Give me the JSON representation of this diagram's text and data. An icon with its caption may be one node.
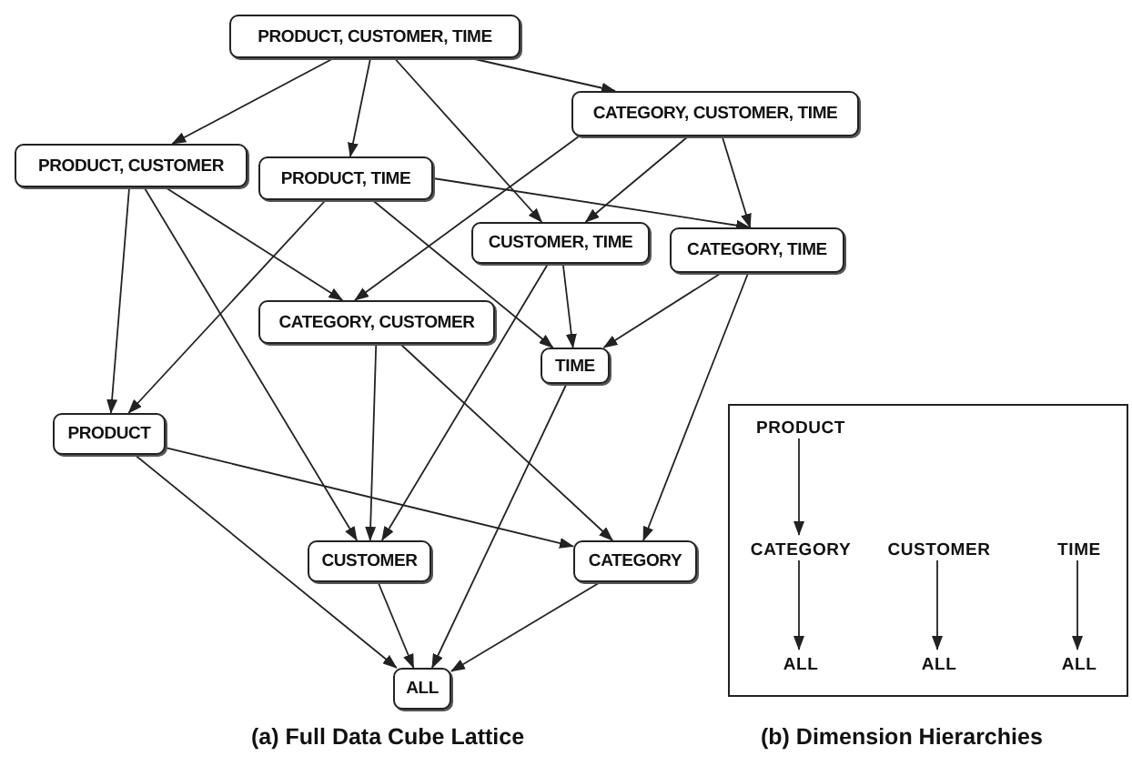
{
  "diagram": {
    "nodes": [
      {
        "text": [
          "PRODUCT, CUSTOMER, TIME"
        ]
      },
      {
        "text": [
          "CATEGORY, CUSTOMER, TIME"
        ]
      },
      {
        "text": [
          "PRODUCT, CUSTOMER"
        ]
      },
      {
        "text": [
          "PRODUCT, TIME"
        ]
      },
      {
        "text": [
          "CUSTOMER, TIME"
        ]
      },
      {
        "text": [
          "CATEGORY, TIME"
        ]
      },
      {
        "text": [
          "CATEGORY, CUSTOMER"
        ]
      },
      {
        "text": [
          "TIME"
        ]
      },
      {
        "text": [
          "PRODUCT"
        ]
      },
      {
        "text": [
          "CUSTOMER"
        ]
      },
      {
        "text": [
          "CATEGORY"
        ]
      },
      {
        "text": [
          "ALL"
        ]
      },
      {
        "text": [],
        "shape": "box"
      },
      {
        "text": [
          "PRODUCT"
        ],
        "in": 12
      },
      {
        "text": [
          "CATEGORY"
        ],
        "in": 12
      },
      {
        "text": [
          "CUSTOMER"
        ],
        "in": 12
      },
      {
        "text": [
          "TIME"
        ],
        "in": 12
      },
      {
        "text": [
          "ALL"
        ],
        "in": 12
      },
      {
        "text": [
          "ALL"
        ],
        "in": 12
      },
      {
        "text": [
          "ALL"
        ],
        "in": 12
      }
    ],
    "edges": [
      {
        "from": 0,
        "to": 2,
        "arrow": "to"
      },
      {
        "from": 0,
        "to": 3,
        "arrow": "to"
      },
      {
        "from": 0,
        "to": 4,
        "arrow": "to"
      },
      {
        "from": 0,
        "to": 1,
        "arrow": "to"
      },
      {
        "from": 1,
        "to": 6,
        "arrow": "to"
      },
      {
        "from": 1,
        "to": 4,
        "arrow": "to"
      },
      {
        "from": 1,
        "to": 5,
        "arrow": "to"
      },
      {
        "from": 2,
        "to": 8,
        "arrow": "to"
      },
      {
        "from": 2,
        "to": 9,
        "arrow": "to"
      },
      {
        "from": 2,
        "to": 6,
        "arrow": "to"
      },
      {
        "from": 3,
        "to": 8,
        "arrow": "to"
      },
      {
        "from": 3,
        "to": 7,
        "arrow": "to"
      },
      {
        "from": 3,
        "to": 5,
        "arrow": "to"
      },
      {
        "from": 4,
        "to": 9,
        "arrow": "to"
      },
      {
        "from": 4,
        "to": 7,
        "arrow": "to"
      },
      {
        "from": 5,
        "to": 7,
        "arrow": "to"
      },
      {
        "from": 5,
        "to": 10,
        "arrow": "to"
      },
      {
        "from": 6,
        "to": 9,
        "arrow": "to"
      },
      {
        "from": 6,
        "to": 10,
        "arrow": "to"
      },
      {
        "from": 7,
        "to": 11,
        "arrow": "to"
      },
      {
        "from": 8,
        "to": 11,
        "arrow": "to"
      },
      {
        "from": 8,
        "to": 10,
        "arrow": "to"
      },
      {
        "from": 9,
        "to": 11,
        "arrow": "to"
      },
      {
        "from": 10,
        "to": 11,
        "arrow": "to"
      },
      {
        "from": 13,
        "to": 14,
        "arrow": "to"
      },
      {
        "from": 14,
        "to": 17,
        "arrow": "to"
      },
      {
        "from": 15,
        "to": 18,
        "arrow": "to"
      },
      {
        "from": 16,
        "to": 19,
        "arrow": "to"
      }
    ],
    "labels": [
      "(a) Full Data Cube Lattice",
      "(b) Dimension Hierarchies"
    ]
  }
}
